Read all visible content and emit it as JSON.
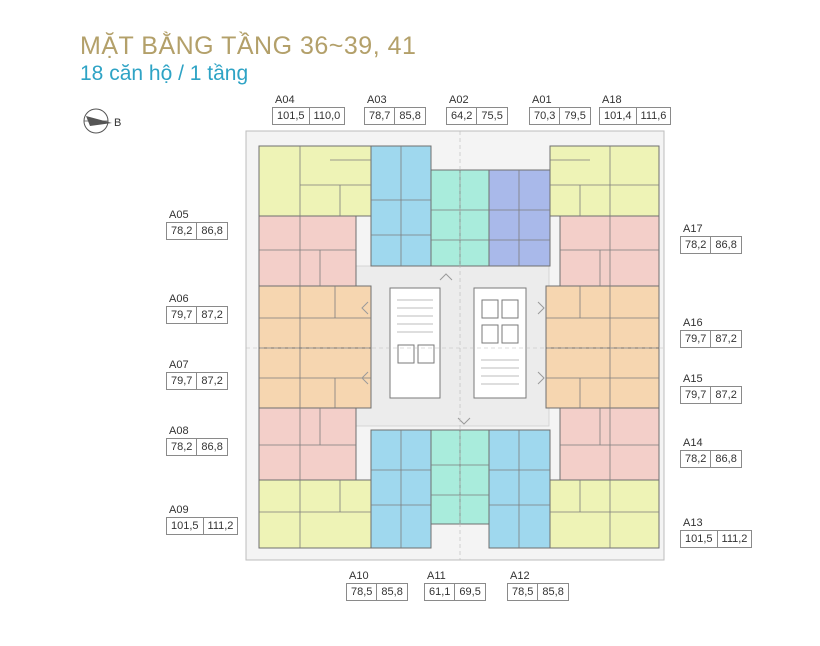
{
  "title": "MẶT BẰNG TẦNG 36~39, 41",
  "subtitle": "18 căn hộ / 1 tầng",
  "compass_label": "B",
  "colors": {
    "yellow": "#eef3b6",
    "pink": "#f3cfc9",
    "peach": "#f6d6b0",
    "blue": "#9fd8ee",
    "teal": "#a9ecdc",
    "violet": "#a9b9ea",
    "title": "#b3a06a",
    "subtitle": "#2ea3c5"
  },
  "apartments": [
    {
      "id": "A04",
      "a": "101,5",
      "b": "110,0"
    },
    {
      "id": "A03",
      "a": "78,7",
      "b": "85,8"
    },
    {
      "id": "A02",
      "a": "64,2",
      "b": "75,5"
    },
    {
      "id": "A01",
      "a": "70,3",
      "b": "79,5"
    },
    {
      "id": "A18",
      "a": "101,4",
      "b": "111,6"
    },
    {
      "id": "A05",
      "a": "78,2",
      "b": "86,8"
    },
    {
      "id": "A17",
      "a": "78,2",
      "b": "86,8"
    },
    {
      "id": "A06",
      "a": "79,7",
      "b": "87,2"
    },
    {
      "id": "A16",
      "a": "79,7",
      "b": "87,2"
    },
    {
      "id": "A07",
      "a": "79,7",
      "b": "87,2"
    },
    {
      "id": "A15",
      "a": "79,7",
      "b": "87,2"
    },
    {
      "id": "A08",
      "a": "78,2",
      "b": "86,8"
    },
    {
      "id": "A14",
      "a": "78,2",
      "b": "86,8"
    },
    {
      "id": "A09",
      "a": "101,5",
      "b": "111,2"
    },
    {
      "id": "A13",
      "a": "101,5",
      "b": "111,2"
    },
    {
      "id": "A10",
      "a": "78,5",
      "b": "85,8"
    },
    {
      "id": "A11",
      "a": "61,1",
      "b": "69,5"
    },
    {
      "id": "A12",
      "a": "78,5",
      "b": "85,8"
    }
  ]
}
